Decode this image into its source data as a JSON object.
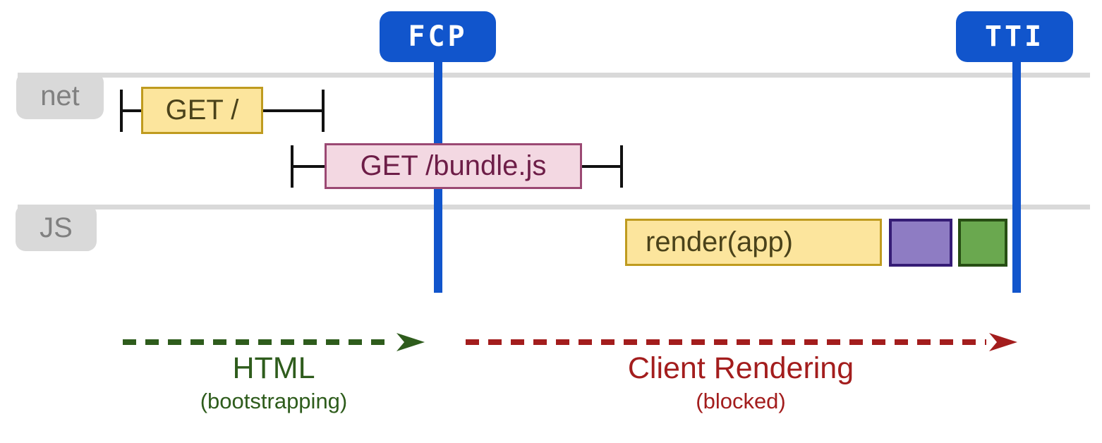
{
  "markers": {
    "fcp": {
      "label": "FCP"
    },
    "tti": {
      "label": "TTI"
    }
  },
  "lanes": {
    "net": {
      "label": "net"
    },
    "js": {
      "label": "JS"
    }
  },
  "network_requests": [
    {
      "label": "GET /"
    },
    {
      "label": "GET /bundle.js"
    }
  ],
  "js_tasks": [
    {
      "label": "render(app)"
    }
  ],
  "phases": {
    "html": {
      "title": "HTML",
      "subtitle": "(bootstrapping)"
    },
    "client_rendering": {
      "title": "Client Rendering",
      "subtitle": "(blocked)"
    }
  },
  "colors": {
    "marker_blue": "#1155cc",
    "lane_gray": "#d9d9d9",
    "lane_label_text": "#808080",
    "yellow_fill": "#fce59d",
    "yellow_border": "#bf9b1f",
    "yellow_text": "#4a421a",
    "pink_fill": "#f3d8e2",
    "pink_border": "#9b4973",
    "pink_text": "#6d1d47",
    "purple_fill": "#8e7cc3",
    "purple_border": "#351c75",
    "green_fill": "#6aa84f",
    "green_border": "#274e13",
    "phase_html_green": "#2e5c1c",
    "phase_blocked_red": "#a31d1d",
    "whisker_black": "#111111"
  }
}
